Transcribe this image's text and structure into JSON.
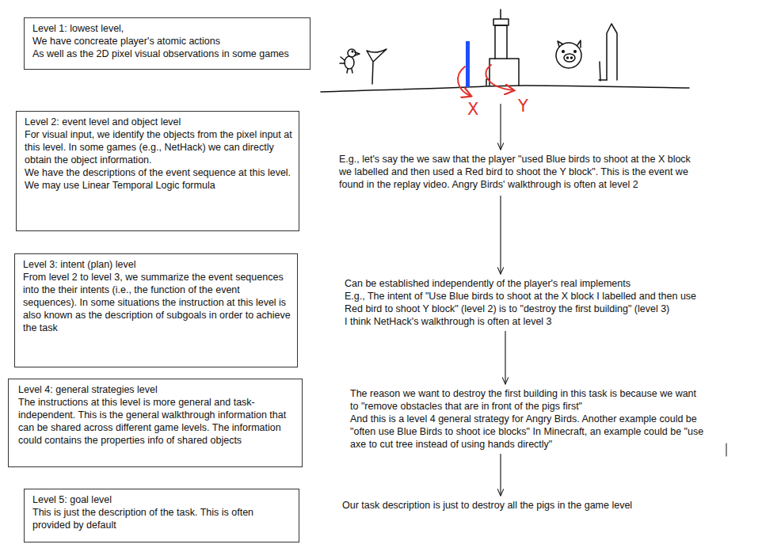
{
  "diagram": {
    "nodes": [
      {
        "text": [
          "Level 1: lowest level,",
          "We have concreate player's atomic actions",
          "As well as the 2D pixel visual observations in some games"
        ]
      },
      {
        "text": [
          "Level 2: event level and object level",
          "For visual input, we identify the objects from the pixel input at this level. In some games (e.g., NetHack) we can directly obtain the object information.",
          "We have the descriptions of the event sequence at this level. We may use Linear Temporal Logic formula"
        ]
      },
      {
        "text": [
          "Level 3: intent (plan) level",
          "From level 2 to level 3, we summarize the event sequences into the their intents (i.e., the function of the event sequences). In some situations the instruction at this level is also known as the description of subgoals in order to achieve the task"
        ]
      },
      {
        "text": [
          "Level 4: general strategies level",
          "The instructions at this level is more general and task-independent. This is the general walkthrough information that can be shared across different game levels. The information could contains the properties info of shared objects"
        ]
      },
      {
        "text": [
          "Level 5: goal level",
          "This is just the description of the task. This is often provided by default"
        ]
      }
    ],
    "labels": [
      "X",
      "Y",
      "E.g., let's say the we saw that the player \"used Blue birds to shoot at the X block we labelled and then used a Red bird to shoot the Y block\". This is the event we found in the replay video. Angry Birds' walkthrough is often at level 2",
      "Can be established independently of the player's real implements",
      "E.g., The intent of \"Use Blue birds to shoot at the X block I labelled and then use Red bird to shoot Y block\" (level 2) is to \"destroy the first building\" (level 3)",
      "I think NetHack's walkthrough is often at level 3",
      "The reason we want to destroy the first building in this task is because we want to \"remove obstacles that are in front of the pigs first\"",
      "And this is a level 4 general strategy for Angry Birds. Another example could be \"often use Blue Birds to shoot ice blocks\" In Minecraft, an example could be \"use axe to cut tree instead of using hands directly\"",
      "Our task description is just to destroy all the pigs in the game level"
    ]
  }
}
